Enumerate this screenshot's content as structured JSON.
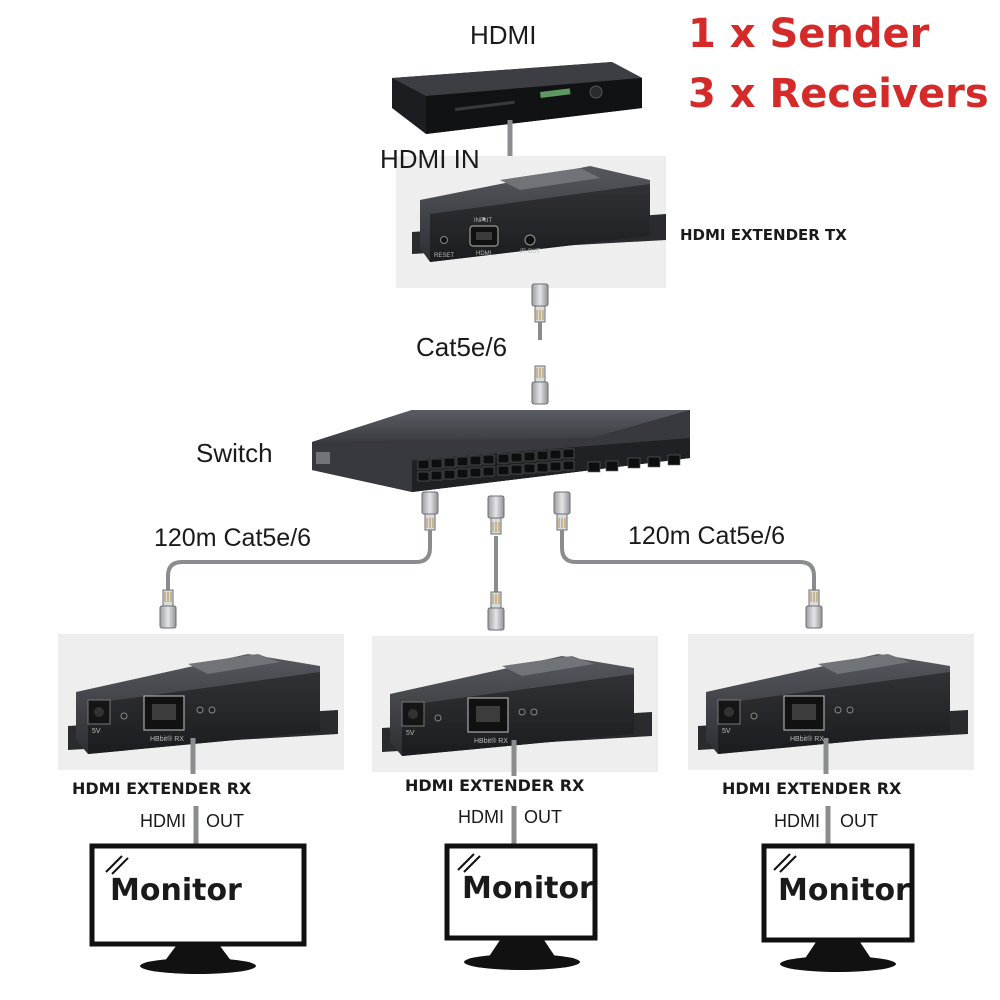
{
  "headline": {
    "line1": "1 x Sender",
    "line2": "3 x Receivers"
  },
  "source": {
    "label": "HDMI",
    "input_label": "HDMI IN"
  },
  "transmitter": {
    "name": "HDMI EXTENDER TX",
    "port_reset": "RESET",
    "port_hdmi": "HDMI",
    "port_input": "INPUT",
    "port_ir": "IR OUT"
  },
  "uplink_cable": {
    "label": "Cat5e/6"
  },
  "switch": {
    "label": "Switch"
  },
  "cables": {
    "left_label": "120m Cat5e/6",
    "right_label": "120m Cat5e/6"
  },
  "receivers": [
    {
      "name": "HDMI EXTENDER RX",
      "output_left": "HDMI",
      "output_right": "OUT",
      "power_label": "5V",
      "port_label": "HBbit® RX",
      "monitor_label": "Monitor"
    },
    {
      "name": "HDMI EXTENDER RX",
      "output_left": "HDMI",
      "output_right": "OUT",
      "power_label": "5V",
      "port_label": "HBbit® RX",
      "monitor_label": "Monitor"
    },
    {
      "name": "HDMI EXTENDER RX",
      "output_left": "HDMI",
      "output_right": "OUT",
      "power_label": "5V",
      "port_label": "HBbit® RX",
      "monitor_label": "Monitor"
    }
  ],
  "colors": {
    "headline": "#d42a2a",
    "device_body": "#2b2d31",
    "device_light": "#4a4d53",
    "cable": "#8a8c90",
    "text": "#1a1a1a"
  }
}
